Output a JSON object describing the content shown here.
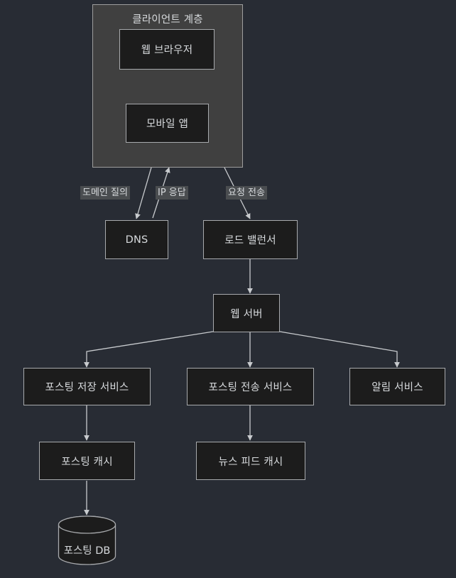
{
  "diagram": {
    "type": "flowchart",
    "direction": "top-down",
    "theme": {
      "background": "#282c34",
      "node_fill": "#1c1c1c",
      "node_stroke": "#a8aaad",
      "subgraph_fill": "#404040",
      "subgraph_stroke": "#9e9e9e",
      "text": "#d7dadd",
      "edge_stroke": "#c8cbce",
      "edge_label_bg": "#4a4d50"
    },
    "subgraphs": [
      {
        "id": "client-layer",
        "title": "클라이언트 계층"
      }
    ],
    "nodes": [
      {
        "id": "web-browser",
        "label": "웹 브라우저",
        "shape": "rect"
      },
      {
        "id": "mobile-app",
        "label": "모바일 앱",
        "shape": "rect"
      },
      {
        "id": "dns",
        "label": "DNS",
        "shape": "rect"
      },
      {
        "id": "load-balancer",
        "label": "로드 밸런서",
        "shape": "rect"
      },
      {
        "id": "web-server",
        "label": "웹 서버",
        "shape": "rect"
      },
      {
        "id": "posting-storage-service",
        "label": "포스팅 저장 서비스",
        "shape": "rect"
      },
      {
        "id": "posting-delivery-service",
        "label": "포스팅 전송 서비스",
        "shape": "rect"
      },
      {
        "id": "notification-service",
        "label": "알림 서비스",
        "shape": "rect"
      },
      {
        "id": "posting-cache",
        "label": "포스팅 캐시",
        "shape": "rect"
      },
      {
        "id": "news-feed-cache",
        "label": "뉴스 피드 캐시",
        "shape": "rect"
      },
      {
        "id": "posting-db",
        "label": "포스팅 DB",
        "shape": "cylinder"
      }
    ],
    "edges": [
      {
        "from": "client-layer",
        "to": "dns",
        "label": "도메인 질의"
      },
      {
        "from": "dns",
        "to": "client-layer",
        "label": "IP 응답"
      },
      {
        "from": "client-layer",
        "to": "load-balancer",
        "label": "요청 전송"
      },
      {
        "from": "load-balancer",
        "to": "web-server",
        "label": ""
      },
      {
        "from": "web-server",
        "to": "posting-storage-service",
        "label": ""
      },
      {
        "from": "web-server",
        "to": "posting-delivery-service",
        "label": ""
      },
      {
        "from": "web-server",
        "to": "notification-service",
        "label": ""
      },
      {
        "from": "posting-storage-service",
        "to": "posting-cache",
        "label": ""
      },
      {
        "from": "posting-delivery-service",
        "to": "news-feed-cache",
        "label": ""
      },
      {
        "from": "posting-cache",
        "to": "posting-db",
        "label": ""
      }
    ],
    "edge_labels": {
      "domain_query": "도메인 질의",
      "ip_response": "IP 응답",
      "request_forward": "요청 전송"
    }
  }
}
